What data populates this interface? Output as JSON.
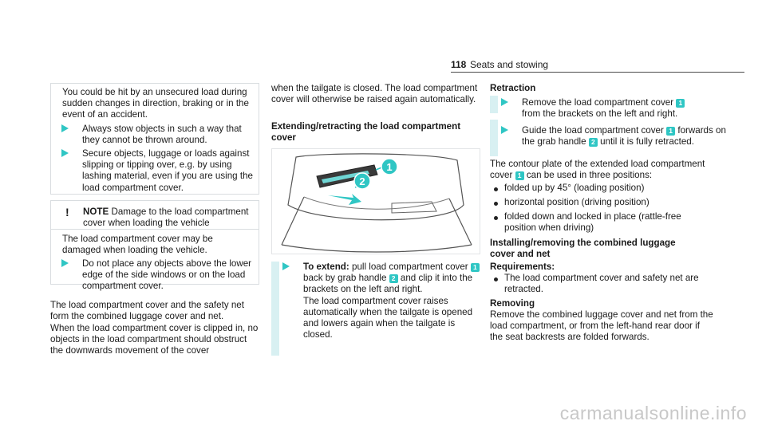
{
  "header": {
    "page_number": "118",
    "section_title": "Seats and stowing"
  },
  "warning_box": {
    "intro": "You could be hit by an unsecured load during sudden changes in direction, braking or in the event of an accident.",
    "bullets": [
      "Always stow objects in such a way that they cannot be thrown around.",
      "Secure objects, luggage or loads against slipping or tipping over, e.g. by using lashing material, even if you are using the load compartment cover."
    ]
  },
  "note_box": {
    "icon": "!",
    "title": "NOTE",
    "title_text": "Damage to the load compartment cover when loading the vehicle",
    "body": "The load compartment cover may be damaged when loading the vehicle.",
    "bullet": "Do not place any objects above the lower edge of the side windows or on the load compartment cover."
  },
  "col1_text": {
    "p1": "The load compartment cover and the safety net form the combined luggage cover and net.",
    "p2": "When the load compartment cover is clipped in, no objects in the load compartment should obstruct the downwards movement of the cover"
  },
  "col2_text": {
    "p1": "when the tailgate is closed. The load compartment cover will otherwise be raised again automatically.",
    "heading": "Extending/retracting the load compartment cover",
    "step_label": "To extend:",
    "step_text_a": "pull load compartment cover",
    "step_text_b": "back by grab handle",
    "step_text_c": "and clip it into the brackets on the left and right.",
    "step_text_d": "The load compartment cover raises automatically when the tailgate is opened and lowers again when the tailgate is closed.",
    "callout_1": "1",
    "callout_2": "2"
  },
  "col3_text": {
    "heading": "Retraction",
    "step1_a": "Remove the load compartment cover",
    "step1_b": "from the brackets on the left and right.",
    "step2_a": "Guide the load compartment cover",
    "step2_b": "forwards on the grab handle",
    "step2_c": "until it is fully retracted.",
    "contour": "The contour plate of the extended load compartment cover",
    "contour_b": "can be used in three positions:",
    "positions": [
      "folded up by 45° (loading position)",
      "horizontal position (driving position)",
      "folded down and locked in place (rattle-free position when driving)"
    ],
    "install_heading": "Installing/removing the combined luggage cover and net",
    "req_heading": "Requirements:",
    "req_item": "The load compartment cover and safety net are retracted.",
    "remove_heading": "Removing",
    "remove_text": "Remove the combined luggage cover and net from the load compartment, or from the left-hand rear door if the seat backrests are folded forwards."
  },
  "watermark": "carmanualsonline.info",
  "colors": {
    "accent": "#2fc6c4",
    "step_bar": "#d8f0f2",
    "border": "#d9dde0"
  }
}
